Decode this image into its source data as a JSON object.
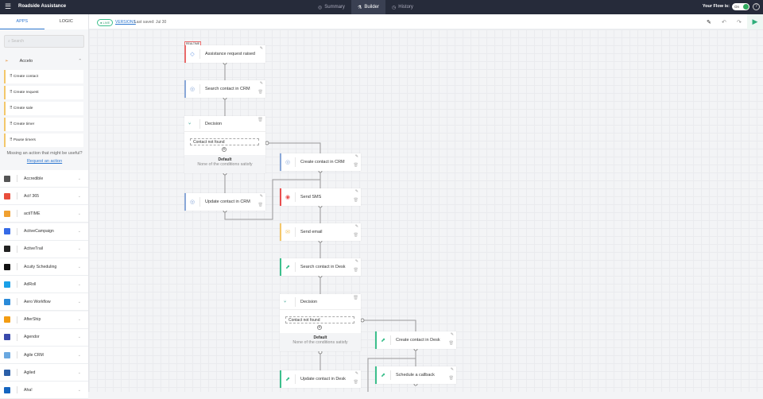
{
  "header": {
    "menu_icon": "hamburger-icon",
    "title": "Roadside Assistance",
    "tabs": [
      {
        "label": "Summary",
        "icon": "summary-icon"
      },
      {
        "label": "Builder",
        "icon": "builder-icon",
        "active": true
      },
      {
        "label": "History",
        "icon": "history-icon"
      }
    ],
    "flow_label": "Your Flow is:",
    "toggle": "On",
    "toggle_on": true
  },
  "sidebar": {
    "tabs": [
      "APPS",
      "LOGIC"
    ],
    "active_tab": "APPS",
    "search_placeholder": "Search",
    "expanded_app": "Accelo",
    "actions": [
      "Create contact",
      "Create request",
      "Create sale",
      "Create timer",
      "Pause timers"
    ],
    "missing_text": "Missing an action that might be useful?",
    "request_link": "Request an action",
    "apps": [
      {
        "name": "Accredible",
        "color": "#555"
      },
      {
        "name": "Act! 365",
        "color": "#e94e3c"
      },
      {
        "name": "actiTIME",
        "color": "#f0a030"
      },
      {
        "name": "ActiveCampaign",
        "color": "#356ae6"
      },
      {
        "name": "ActiveTrail",
        "color": "#222"
      },
      {
        "name": "Acuity Scheduling",
        "color": "#111"
      },
      {
        "name": "AdRoll",
        "color": "#1aa0e8"
      },
      {
        "name": "Aero Workflow",
        "color": "#2a8ad8"
      },
      {
        "name": "AfterShip",
        "color": "#f39c12"
      },
      {
        "name": "Agendor",
        "color": "#3949ab"
      },
      {
        "name": "Agile CRM",
        "color": "#6aa8e0"
      },
      {
        "name": "Agiled",
        "color": "#2b5fa8"
      },
      {
        "name": "Aha!",
        "color": "#1565c0"
      }
    ]
  },
  "subbar": {
    "live": "LIVE",
    "versions": "VERSIONS",
    "last_saved": "Last saved: Jul 30"
  },
  "canvas": {
    "trigger": {
      "badge": "REALTIME",
      "label": "Assistance request raised"
    },
    "nodes": [
      "Search contact in CRM",
      "Create contact in CRM",
      "Send SMS",
      "Update contact in CRM",
      "Send email",
      "Search contact in Desk",
      "Create contact in Desk",
      "Update contact in Desk",
      "Schedule a callback"
    ],
    "decisions": [
      {
        "title": "Decision",
        "condition": "Contact not found",
        "default_title": "Default",
        "default_text": "None of the conditions satisfy"
      },
      {
        "title": "Decision",
        "condition": "Contact not found",
        "default_title": "Default",
        "default_text": "None of the conditions satisfy"
      }
    ]
  },
  "colors": {
    "topbar": "#262b3a",
    "accent": "#2e77d0",
    "live": "#3cbf8c",
    "crm": "#8aa8d8",
    "sms": "#e94e4e",
    "email": "#f3c76b",
    "desk": "#3cbf8c"
  }
}
